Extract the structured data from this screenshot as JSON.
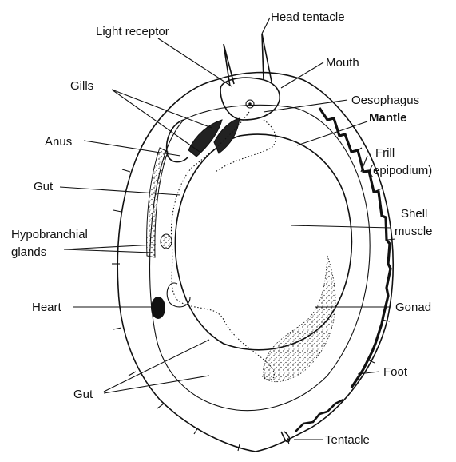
{
  "labels": {
    "head_tentacle": "Head tentacle",
    "light_receptor": "Light receptor",
    "mouth": "Mouth",
    "gills": "Gills",
    "oesophagus": "Oesophagus",
    "mantle": "Mantle",
    "anus": "Anus",
    "frill_line1": "Frill",
    "frill_line2": "(epipodium)",
    "gut_upper": "Gut",
    "shell_line1": "Shell",
    "shell_line2": "muscle",
    "hypobranchial_line1": "Hypobranchial",
    "hypobranchial_line2": "glands",
    "heart": "Heart",
    "gonad": "Gonad",
    "foot": "Foot",
    "gut_lower": "Gut",
    "tentacle": "Tentacle"
  },
  "colors": {
    "ink": "#111111",
    "background": "#ffffff"
  }
}
